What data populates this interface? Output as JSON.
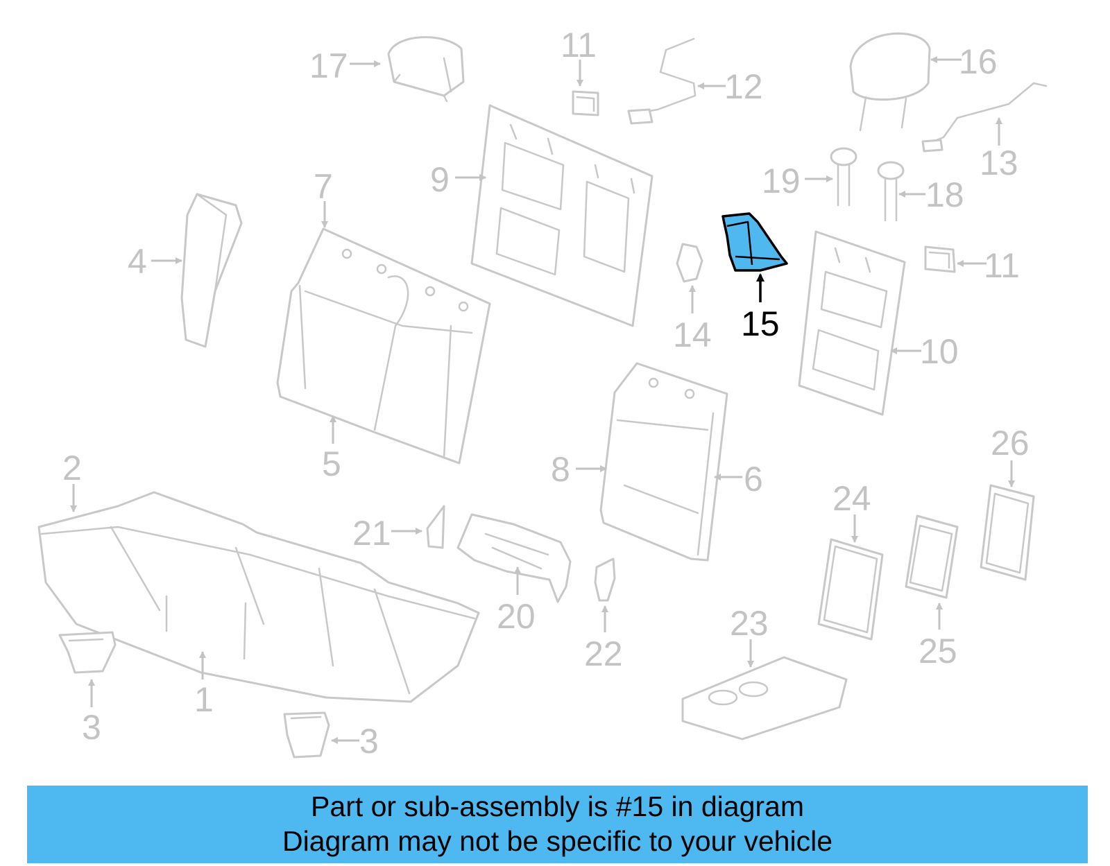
{
  "colors": {
    "highlight": "#4eb9f0",
    "faded": "#c8c8c8",
    "label": "#000000"
  },
  "highlighted_part": "15",
  "callouts": {
    "c1": "1",
    "c2": "2",
    "c3a": "3",
    "c3b": "3",
    "c4": "4",
    "c5": "5",
    "c6": "6",
    "c7": "7",
    "c8": "8",
    "c9": "9",
    "c10": "10",
    "c11a": "11",
    "c11b": "11",
    "c12": "12",
    "c13": "13",
    "c14": "14",
    "c15": "15",
    "c16": "16",
    "c17": "17",
    "c18": "18",
    "c19": "19",
    "c20": "20",
    "c21": "21",
    "c22": "22",
    "c23": "23",
    "c24": "24",
    "c25": "25",
    "c26": "26"
  },
  "banner": {
    "line1": "Part or sub-assembly is #15 in diagram",
    "line2": "Diagram may not be specific to your vehicle"
  }
}
